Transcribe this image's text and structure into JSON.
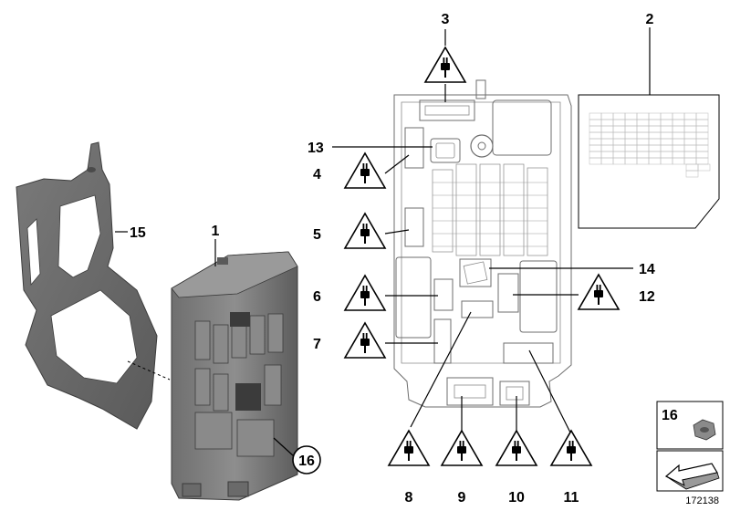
{
  "callouts": {
    "c1": "1",
    "c2": "2",
    "c3": "3",
    "c4": "4",
    "c5": "5",
    "c6": "6",
    "c7": "7",
    "c8": "8",
    "c9": "9",
    "c10": "10",
    "c11": "11",
    "c12": "12",
    "c13": "13",
    "c14": "14",
    "c15": "15",
    "c16": "16"
  },
  "inset": {
    "part_label": "16"
  },
  "diagram_ref": "172138",
  "icons": {
    "connector_warning": "connector-warning-triangle-icon",
    "nut": "nut-icon",
    "arrow": "arrow-icon"
  }
}
